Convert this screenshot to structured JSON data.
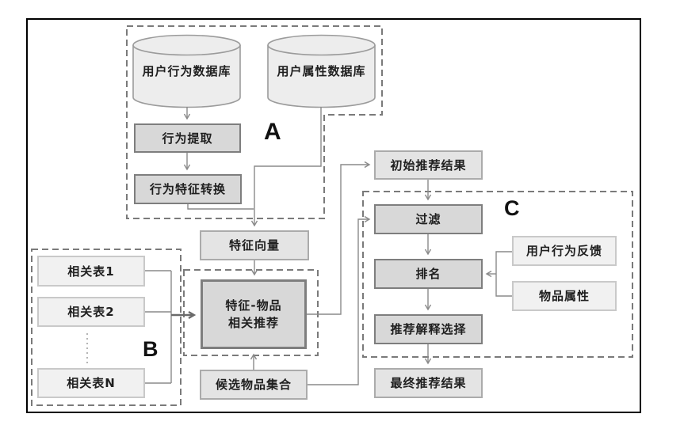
{
  "figure": {
    "group_labels": {
      "a": "A",
      "b": "B",
      "c": "C"
    },
    "nodes": {
      "db_behavior": "用户行为数据库",
      "db_attribute": "用户属性数据库",
      "behavior_extract": "行为提取",
      "behavior_transform": "行为特征转换",
      "feature_vector": "特征向量",
      "initial_result": "初始推荐结果",
      "related_table_1": "相关表1",
      "related_table_2": "相关表2",
      "related_table_n": "相关表N",
      "feature_item_recommend": "特征-物品\n相关推荐",
      "candidate_set": "候选物品集合",
      "filter": "过滤",
      "ranking": "排名",
      "explanation_select": "推荐解释选择",
      "final_result": "最终推荐结果",
      "user_feedback": "用户行为反馈",
      "item_attribute": "物品属性"
    },
    "colors": {
      "process_fill": "#d8d8d8",
      "process_border": "#7e7e7e",
      "data_fill": "#e4e4e4",
      "data_border": "#ababab",
      "external_fill": "#f1f1f1",
      "external_border": "#c9c9c9",
      "cylinder_fill": "#ededed",
      "cylinder_stroke": "#9b9b9b",
      "connector": "#8a8a8a",
      "dash": "#7a7a7a",
      "frame": "#000000"
    }
  }
}
